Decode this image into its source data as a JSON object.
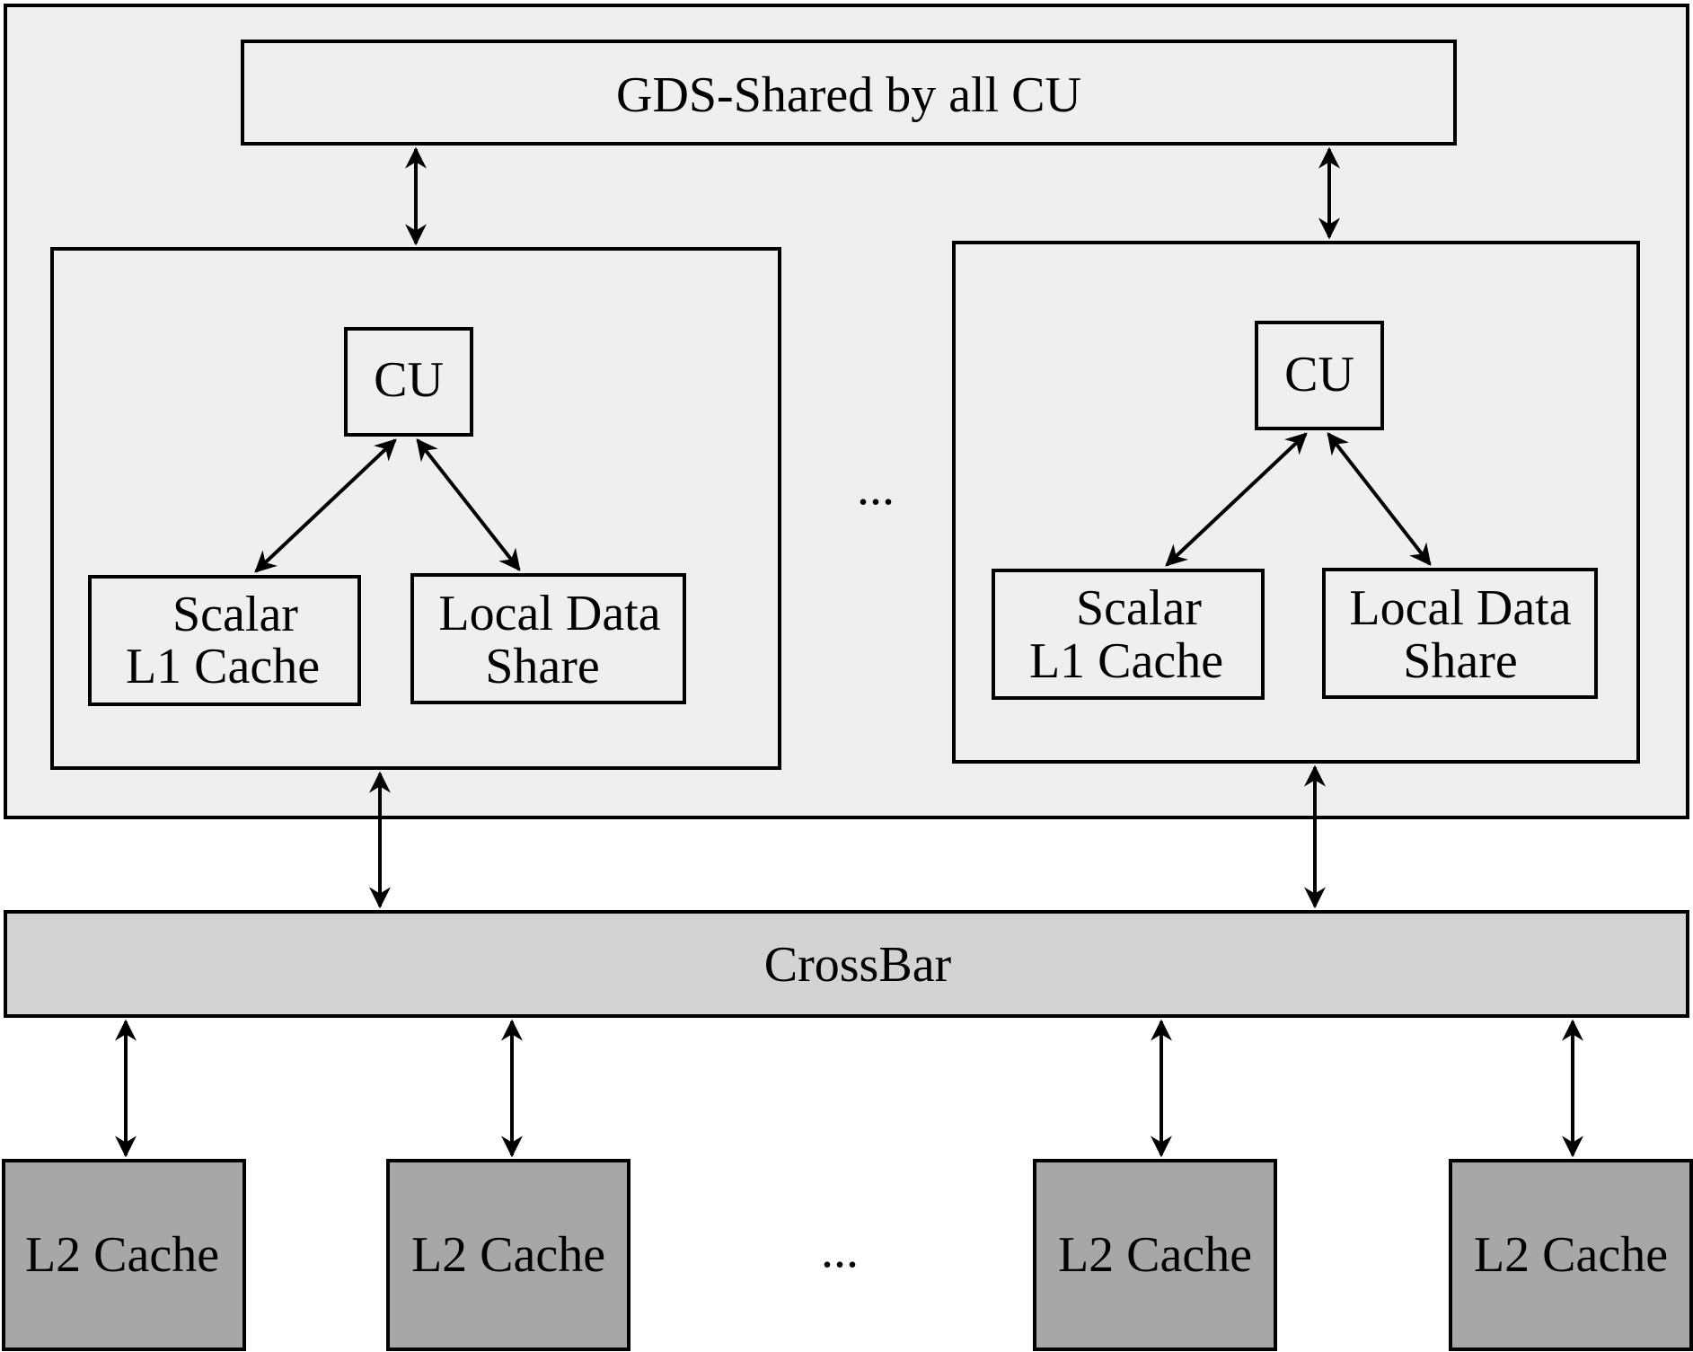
{
  "gds": {
    "label": "GDS-Shared by all CU"
  },
  "compute_units": [
    {
      "cu_label": "CU",
      "scalar_line1": "Scalar",
      "scalar_line2": "L1 Cache",
      "lds_line1": "Local Data",
      "lds_line2": "Share"
    },
    {
      "cu_label": "CU",
      "scalar_line1": "Scalar",
      "scalar_line2": "L1 Cache",
      "lds_line1": "Local Data",
      "lds_line2": "Share"
    }
  ],
  "cu_ellipsis": "...",
  "crossbar": {
    "label": "CrossBar"
  },
  "l2_caches": [
    "L2 Cache",
    "L2 Cache",
    "L2 Cache",
    "L2 Cache"
  ],
  "l2_ellipsis": "...",
  "colors": {
    "outer_fill": "#efefef",
    "crossbar_fill": "#d3d3d3",
    "l2_fill": "#a7a7a7",
    "box_stroke": "#000000",
    "inner_fill": "#efefef"
  }
}
